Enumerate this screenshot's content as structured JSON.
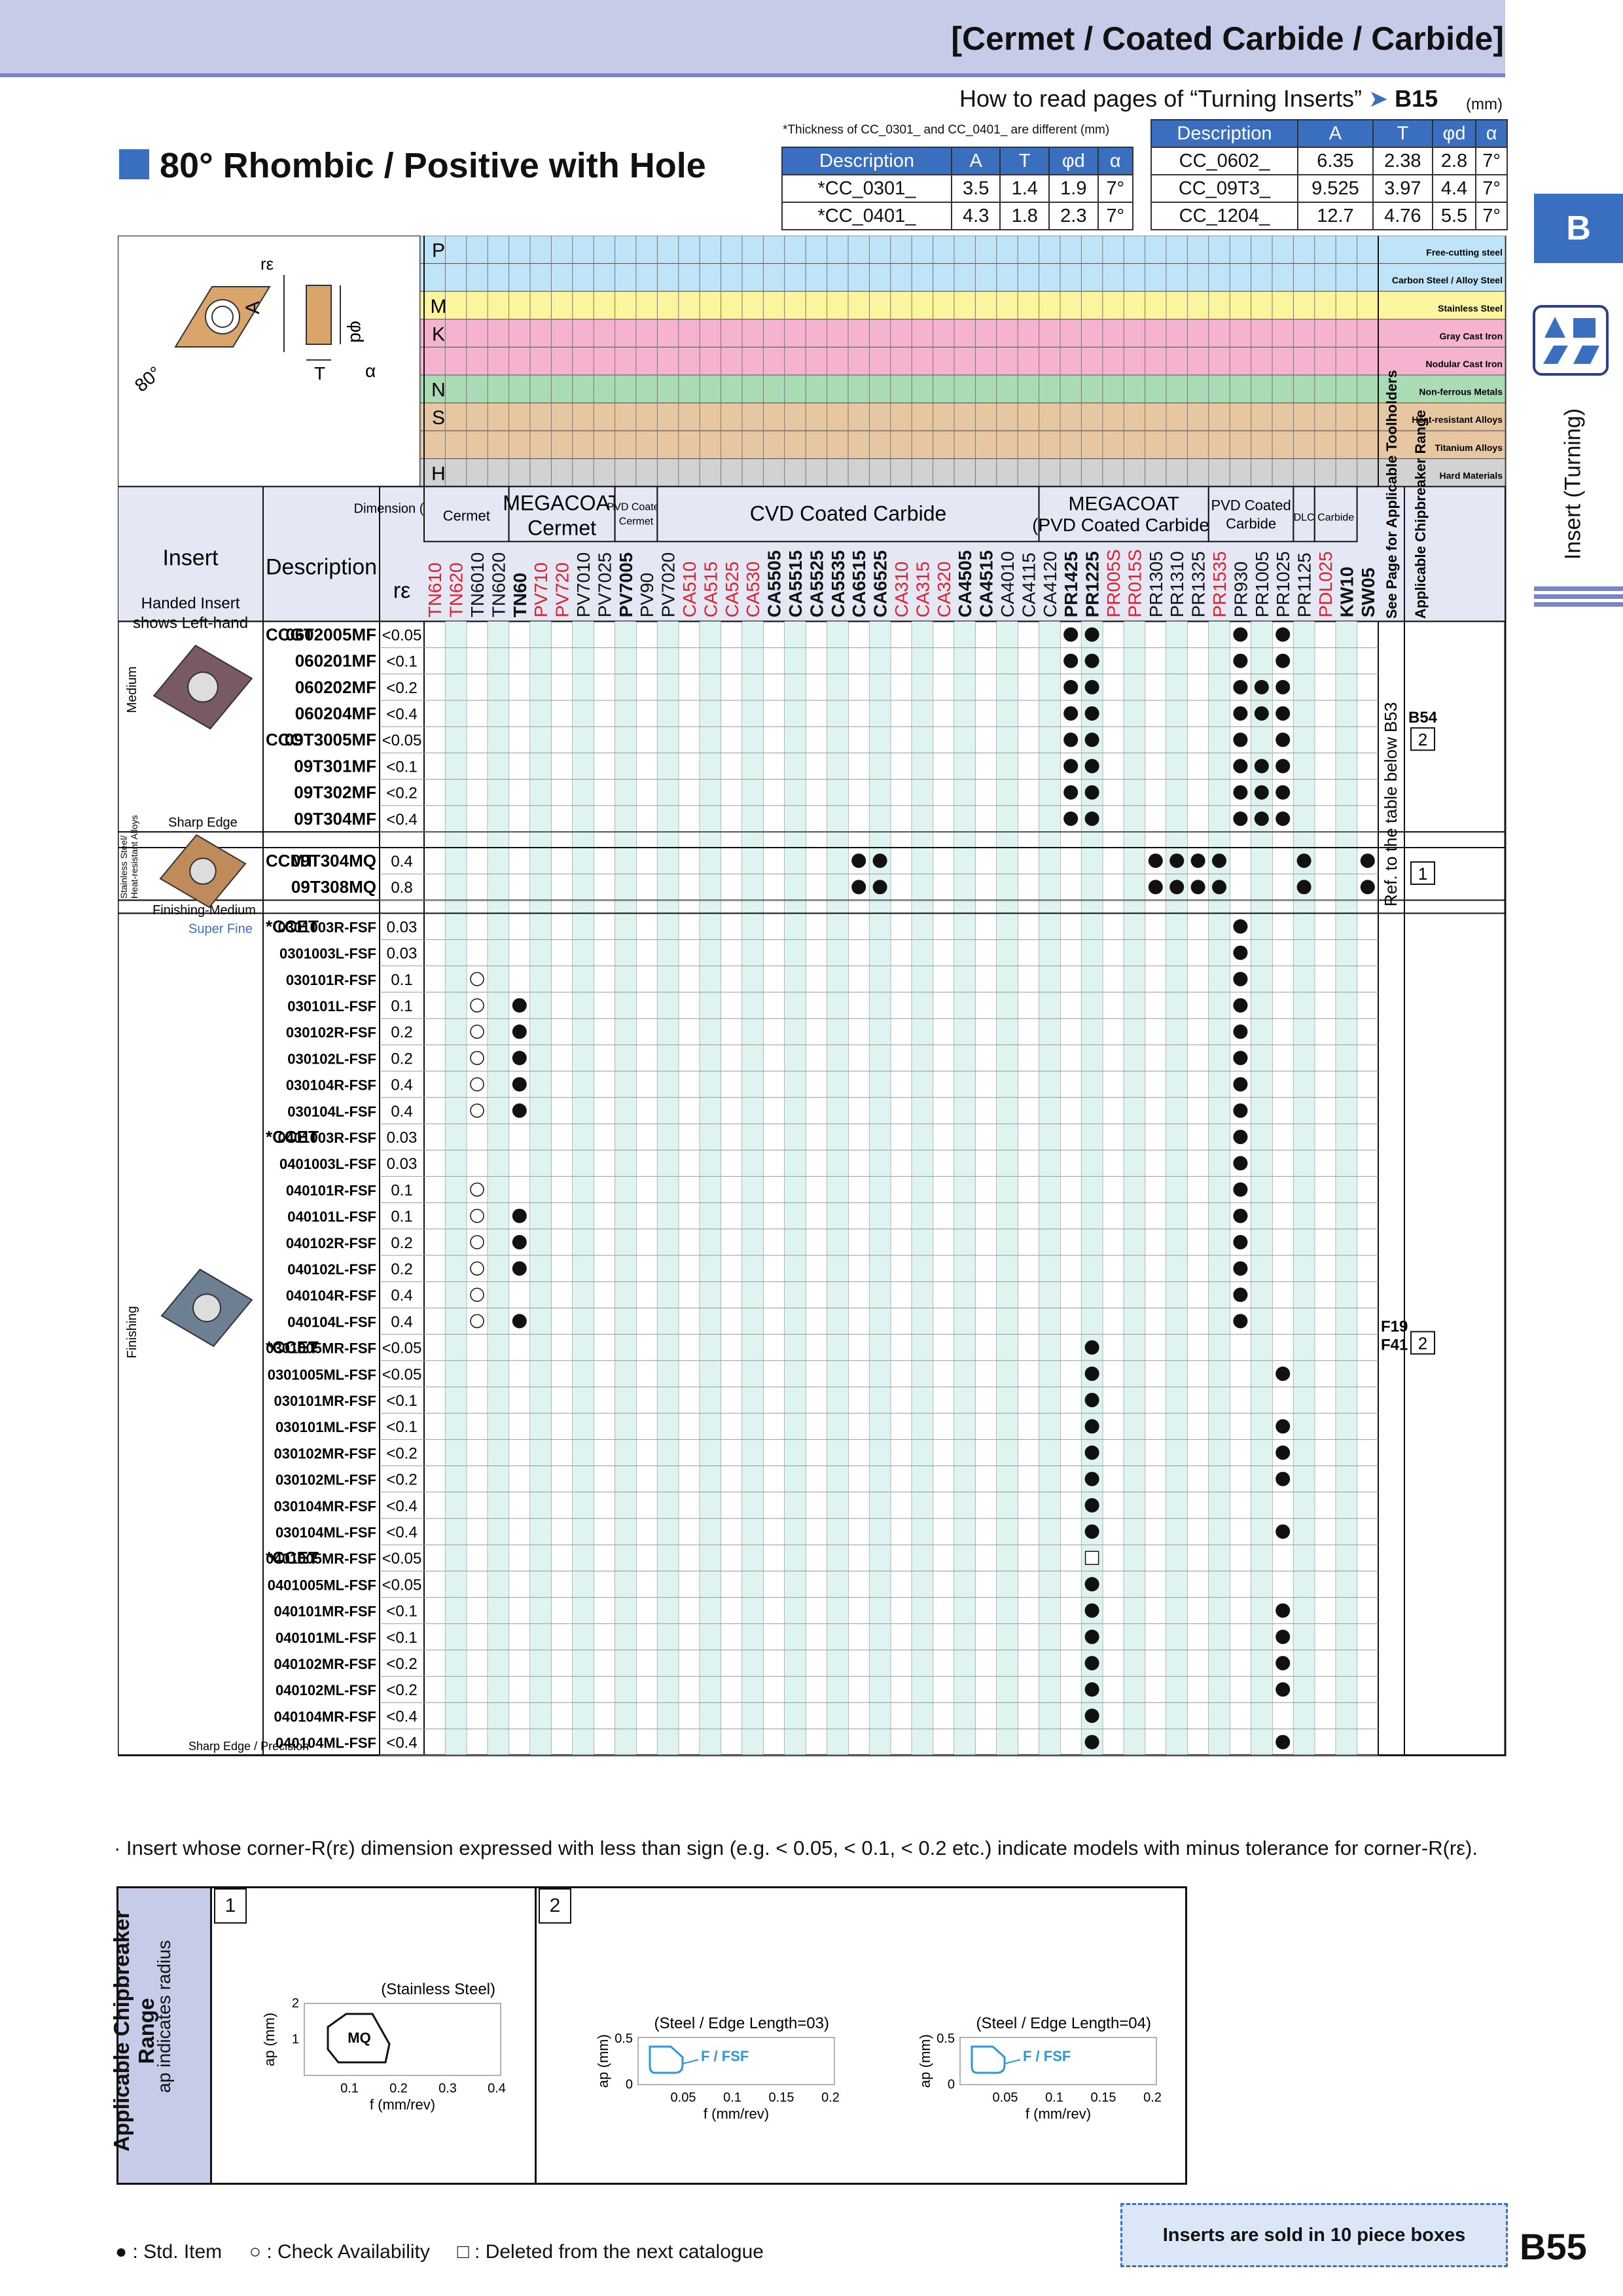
{
  "header": {
    "title": "[Cermet / Coated Carbide / Carbide]"
  },
  "howto": {
    "text": "How to read pages of “Turning Inserts”",
    "page": "B15",
    "unit": "(mm)"
  },
  "section": {
    "title": "80° Rhombic / Positive with Hole",
    "thickness_note": "*Thickness of CC_0301_ and CC_0401_ are different",
    "thickness_unit": "(mm)"
  },
  "dim_headers": [
    "Description",
    "A",
    "T",
    "φd",
    "α"
  ],
  "dim_table_left": [
    [
      "*CC_0301_",
      "3.5",
      "1.4",
      "1.9",
      "7°"
    ],
    [
      "*CC_0401_",
      "4.3",
      "1.8",
      "2.3",
      "7°"
    ]
  ],
  "dim_table_right": [
    [
      "CC_0602_",
      "6.35",
      "2.38",
      "2.8",
      "7°"
    ],
    [
      "CC_09T3_",
      "9.525",
      "3.97",
      "4.4",
      "7°"
    ],
    [
      "CC_1204_",
      "12.7",
      "4.76",
      "5.5",
      "7°"
    ]
  ],
  "side": {
    "tab": "B",
    "label": "Insert (Turning)"
  },
  "diagram_labels": {
    "re": "rε",
    "A": "A",
    "phid": "φd",
    "T": "T",
    "alpha": "α",
    "angle": "80°"
  },
  "materials": [
    {
      "code": "P",
      "color": "#bfe3f7",
      "label": "Free-cutting steel"
    },
    {
      "code": "",
      "color": "#bfe3f7",
      "label": "Carbon Steel / Alloy Steel"
    },
    {
      "code": "M",
      "color": "#fbf59e",
      "label": "Stainless Steel"
    },
    {
      "code": "K",
      "color": "#f5b3d0",
      "label": "Gray Cast Iron"
    },
    {
      "code": "",
      "color": "#f5b3d0",
      "label": "Nodular Cast Iron"
    },
    {
      "code": "N",
      "color": "#a9dcb4",
      "label": "Non-ferrous Metals"
    },
    {
      "code": "S",
      "color": "#e6c7a2",
      "label": "Heat-resistant Alloys"
    },
    {
      "code": "",
      "color": "#e6c7a2",
      "label": "Titanium Alloys"
    },
    {
      "code": "H",
      "color": "#d2d2d2",
      "label": "Hard Materials"
    }
  ],
  "col_header": {
    "insert": "Insert",
    "handed1": "Handed Insert",
    "handed2": "shows Left-hand",
    "description": "Description",
    "dimension": "Dimension (mm)",
    "re": "rε",
    "see_page": "See Page for Applicable Toolholders",
    "chip_range": "Applicable Chipbreaker Range"
  },
  "groups": [
    {
      "name": "Cermet",
      "span": 4
    },
    {
      "name": "MEGACOAT Cermet",
      "span": 5
    },
    {
      "name": "PVD Coated Cermet",
      "span": 2
    },
    {
      "name": "CVD Coated Carbide",
      "span": 18
    },
    {
      "name": "MEGACOAT (PVD Coated Carbide)",
      "span": 8
    },
    {
      "name": "PVD Coated Carbide",
      "span": 4
    },
    {
      "name": "DLC",
      "span": 1
    },
    {
      "name": "Carbide",
      "span": 2
    }
  ],
  "grades": [
    {
      "name": "TN610",
      "color": "#e0202e"
    },
    {
      "name": "TN620",
      "color": "#e0202e"
    },
    {
      "name": "TN6010",
      "color": "#111"
    },
    {
      "name": "TN6020",
      "color": "#111"
    },
    {
      "name": "TN60",
      "color": "#111",
      "bold": true
    },
    {
      "name": "PV710",
      "color": "#e0202e"
    },
    {
      "name": "PV720",
      "color": "#e0202e"
    },
    {
      "name": "PV7010",
      "color": "#111"
    },
    {
      "name": "PV7025",
      "color": "#111"
    },
    {
      "name": "PV7005",
      "color": "#111",
      "bold": true
    },
    {
      "name": "PV90",
      "color": "#111"
    },
    {
      "name": "PV7020",
      "color": "#111"
    },
    {
      "name": "CA510",
      "color": "#e0202e"
    },
    {
      "name": "CA515",
      "color": "#e0202e"
    },
    {
      "name": "CA525",
      "color": "#e0202e"
    },
    {
      "name": "CA530",
      "color": "#e0202e"
    },
    {
      "name": "CA5505",
      "color": "#111",
      "bold": true
    },
    {
      "name": "CA5515",
      "color": "#111",
      "bold": true
    },
    {
      "name": "CA5525",
      "color": "#111",
      "bold": true
    },
    {
      "name": "CA5535",
      "color": "#111",
      "bold": true
    },
    {
      "name": "CA6515",
      "color": "#111",
      "bold": true
    },
    {
      "name": "CA6525",
      "color": "#111",
      "bold": true
    },
    {
      "name": "CA310",
      "color": "#e0202e"
    },
    {
      "name": "CA315",
      "color": "#e0202e"
    },
    {
      "name": "CA320",
      "color": "#e0202e"
    },
    {
      "name": "CA4505",
      "color": "#111",
      "bold": true
    },
    {
      "name": "CA4515",
      "color": "#111",
      "bold": true
    },
    {
      "name": "CA4010",
      "color": "#111"
    },
    {
      "name": "CA4115",
      "color": "#111"
    },
    {
      "name": "CA4120",
      "color": "#111"
    },
    {
      "name": "PR1425",
      "color": "#111",
      "bold": true
    },
    {
      "name": "PR1225",
      "color": "#111",
      "bold": true
    },
    {
      "name": "PR005S",
      "color": "#e0202e"
    },
    {
      "name": "PR015S",
      "color": "#e0202e"
    },
    {
      "name": "PR1305",
      "color": "#111"
    },
    {
      "name": "PR1310",
      "color": "#111"
    },
    {
      "name": "PR1325",
      "color": "#111"
    },
    {
      "name": "PR1535",
      "color": "#e0202e"
    },
    {
      "name": "PR930",
      "color": "#111"
    },
    {
      "name": "PR1005",
      "color": "#111"
    },
    {
      "name": "PR1025",
      "color": "#111"
    },
    {
      "name": "PR1125",
      "color": "#111"
    },
    {
      "name": "PDL025",
      "color": "#e0202e"
    },
    {
      "name": "KW10",
      "color": "#111",
      "bold": true
    },
    {
      "name": "SW05",
      "color": "#111",
      "bold": true
    }
  ],
  "sections": [
    {
      "label": "Medium",
      "tag": "Sharp Edge",
      "rows": 8
    },
    {
      "label": "Stainless Steel / Heat-resistant Alloys",
      "tag": "Finishing-Medium",
      "rows": 2
    },
    {
      "label": "Finishing",
      "tag": "Super Fine",
      "tag2": "Sharp Edge / Precision",
      "rows": 32
    }
  ],
  "rows": [
    {
      "pre": "CCGT",
      "desc": "0602005MF",
      "re": "<0.05",
      "b": [
        30,
        31,
        38,
        40
      ],
      "o": []
    },
    {
      "pre": "",
      "desc": "060201MF",
      "re": "<0.1",
      "b": [
        30,
        31,
        38,
        40
      ],
      "o": []
    },
    {
      "pre": "",
      "desc": "060202MF",
      "re": "<0.2",
      "b": [
        30,
        31,
        38,
        39,
        40
      ],
      "o": []
    },
    {
      "pre": "",
      "desc": "060204MF",
      "re": "<0.4",
      "b": [
        30,
        31,
        38,
        39,
        40
      ],
      "o": []
    },
    {
      "pre": "CCGT",
      "desc": "09T3005MF",
      "re": "<0.05",
      "b": [
        30,
        31,
        38,
        40
      ],
      "o": []
    },
    {
      "pre": "",
      "desc": "09T301MF",
      "re": "<0.1",
      "b": [
        30,
        31,
        38,
        39,
        40
      ],
      "o": []
    },
    {
      "pre": "",
      "desc": "09T302MF",
      "re": "<0.2",
      "b": [
        30,
        31,
        38,
        39,
        40
      ],
      "o": []
    },
    {
      "pre": "",
      "desc": "09T304MF",
      "re": "<0.4",
      "b": [
        30,
        31,
        38,
        39,
        40
      ],
      "o": []
    },
    {
      "pre": "CCMT",
      "desc": "09T304MQ",
      "re": "0.4",
      "b": [
        20,
        21,
        34,
        35,
        36,
        37,
        41,
        44
      ],
      "o": []
    },
    {
      "pre": "",
      "desc": "09T308MQ",
      "re": "0.8",
      "b": [
        20,
        21,
        34,
        35,
        36,
        37,
        41,
        44
      ],
      "o": []
    },
    {
      "pre": "*CCET",
      "desc": "0301003R-FSF",
      "re": "0.03",
      "b": [
        38
      ],
      "o": []
    },
    {
      "pre": "",
      "desc": "0301003L-FSF",
      "re": "0.03",
      "b": [
        38
      ],
      "o": []
    },
    {
      "pre": "",
      "desc": "030101R-FSF",
      "re": "0.1",
      "b": [
        38
      ],
      "o": [
        2
      ]
    },
    {
      "pre": "",
      "desc": "030101L-FSF",
      "re": "0.1",
      "b": [
        4,
        38
      ],
      "o": [
        2
      ]
    },
    {
      "pre": "",
      "desc": "030102R-FSF",
      "re": "0.2",
      "b": [
        4,
        38
      ],
      "o": [
        2
      ]
    },
    {
      "pre": "",
      "desc": "030102L-FSF",
      "re": "0.2",
      "b": [
        4,
        38
      ],
      "o": [
        2
      ]
    },
    {
      "pre": "",
      "desc": "030104R-FSF",
      "re": "0.4",
      "b": [
        4,
        38
      ],
      "o": [
        2
      ]
    },
    {
      "pre": "",
      "desc": "030104L-FSF",
      "re": "0.4",
      "b": [
        4,
        38
      ],
      "o": [
        2
      ]
    },
    {
      "pre": "*CCET",
      "desc": "0401003R-FSF",
      "re": "0.03",
      "b": [
        38
      ],
      "o": []
    },
    {
      "pre": "",
      "desc": "0401003L-FSF",
      "re": "0.03",
      "b": [
        38
      ],
      "o": []
    },
    {
      "pre": "",
      "desc": "040101R-FSF",
      "re": "0.1",
      "b": [
        38
      ],
      "o": [
        2
      ]
    },
    {
      "pre": "",
      "desc": "040101L-FSF",
      "re": "0.1",
      "b": [
        4,
        38
      ],
      "o": [
        2
      ]
    },
    {
      "pre": "",
      "desc": "040102R-FSF",
      "re": "0.2",
      "b": [
        4,
        38
      ],
      "o": [
        2
      ]
    },
    {
      "pre": "",
      "desc": "040102L-FSF",
      "re": "0.2",
      "b": [
        4,
        38
      ],
      "o": [
        2
      ]
    },
    {
      "pre": "",
      "desc": "040104R-FSF",
      "re": "0.4",
      "b": [
        38
      ],
      "o": [
        2
      ]
    },
    {
      "pre": "",
      "desc": "040104L-FSF",
      "re": "0.4",
      "b": [
        4,
        38
      ],
      "o": [
        2
      ]
    },
    {
      "pre": "*CCET",
      "desc": "0301005MR-FSF",
      "re": "<0.05",
      "b": [
        31
      ],
      "o": []
    },
    {
      "pre": "",
      "desc": "0301005ML-FSF",
      "re": "<0.05",
      "b": [
        31,
        40
      ],
      "o": []
    },
    {
      "pre": "",
      "desc": "030101MR-FSF",
      "re": "<0.1",
      "b": [
        31
      ],
      "o": []
    },
    {
      "pre": "",
      "desc": "030101ML-FSF",
      "re": "<0.1",
      "b": [
        31,
        40
      ],
      "o": []
    },
    {
      "pre": "",
      "desc": "030102MR-FSF",
      "re": "<0.2",
      "b": [
        31,
        40
      ],
      "o": []
    },
    {
      "pre": "",
      "desc": "030102ML-FSF",
      "re": "<0.2",
      "b": [
        31,
        40
      ],
      "o": []
    },
    {
      "pre": "",
      "desc": "030104MR-FSF",
      "re": "<0.4",
      "b": [
        31
      ],
      "o": []
    },
    {
      "pre": "",
      "desc": "030104ML-FSF",
      "re": "<0.4",
      "b": [
        31,
        40
      ],
      "o": []
    },
    {
      "pre": "*CCET",
      "desc": "0401005MR-FSF",
      "re": "<0.05",
      "b": [],
      "o": [],
      "sq": [
        31
      ]
    },
    {
      "pre": "",
      "desc": "0401005ML-FSF",
      "re": "<0.05",
      "b": [
        31
      ],
      "o": []
    },
    {
      "pre": "",
      "desc": "040101MR-FSF",
      "re": "<0.1",
      "b": [
        31,
        40
      ],
      "o": []
    },
    {
      "pre": "",
      "desc": "040101ML-FSF",
      "re": "<0.1",
      "b": [
        31,
        40
      ],
      "o": []
    },
    {
      "pre": "",
      "desc": "040102MR-FSF",
      "re": "<0.2",
      "b": [
        31,
        40
      ],
      "o": []
    },
    {
      "pre": "",
      "desc": "040102ML-FSF",
      "re": "<0.2",
      "b": [
        31,
        40
      ],
      "o": []
    },
    {
      "pre": "",
      "desc": "040104MR-FSF",
      "re": "<0.4",
      "b": [
        31
      ],
      "o": []
    },
    {
      "pre": "",
      "desc": "040104ML-FSF",
      "re": "<0.4",
      "b": [
        31,
        40
      ],
      "o": []
    }
  ],
  "ref_text": "Ref. to the table below",
  "ref_page": "B53",
  "ref_b54": "B54",
  "ref_f": "F19\nF41",
  "chip_nums": [
    "2",
    "1",
    "2"
  ],
  "footnote": "· Insert whose corner-R(rε) dimension expressed with less than sign (e.g. < 0.05, < 0.1, < 0.2 etc.) indicate models with minus tolerance for corner-R(rε).",
  "chipbreaker": {
    "title": "Applicable Chipbreaker Range",
    "subtitle": "ap indicates radius",
    "box1": "1",
    "box2": "2",
    "g1": {
      "label": "(Stainless Steel)",
      "ylabel": "ap (mm)",
      "xlabel": "f (mm/rev)",
      "xt": [
        "0.1",
        "0.2",
        "0.3",
        "0.4"
      ],
      "yt": [
        "1",
        "2"
      ],
      "region": "MQ"
    },
    "g2": {
      "label": "(Steel / Edge Length=03)",
      "ylabel": "ap (mm)",
      "xlabel": "f (mm/rev)",
      "xt": [
        "0.05",
        "0.1",
        "0.15",
        "0.2"
      ],
      "yt": [
        "0",
        "0.5"
      ],
      "region": "F / FSF"
    },
    "g3": {
      "label": "(Steel / Edge Length=04)",
      "ylabel": "ap (mm)",
      "xlabel": "f (mm/rev)",
      "xt": [
        "0.05",
        "0.1",
        "0.15",
        "0.2"
      ],
      "yt": [
        "0",
        "0.5"
      ],
      "region": "F / FSF"
    }
  },
  "legend": {
    "std": "● : Std. Item",
    "check": "○ : Check Availability",
    "deleted": "□ : Deleted from the next catalogue"
  },
  "ten_box": "Inserts are sold in 10 piece boxes",
  "page_no": "B55",
  "colors": {
    "accent": "#3a6fc0",
    "header": "#c6cce8",
    "grid_fill": "#dff3f0",
    "red": "#e0202e"
  }
}
